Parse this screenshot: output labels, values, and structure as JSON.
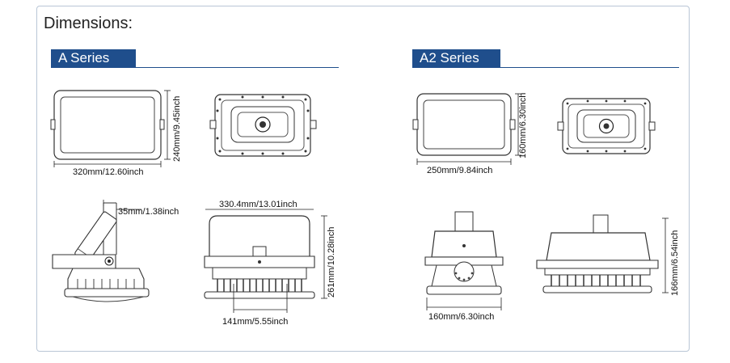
{
  "heading": "Dimensions:",
  "series": [
    {
      "name": "A Series",
      "dimensions": {
        "front_width": "320mm/12.60inch",
        "front_height": "240mm/9.45inch",
        "bracket": "35mm/1.38inch",
        "side_width": "330.4mm/13.01inch",
        "side_height": "261mm/10.28inch",
        "mount_width": "141mm/5.55inch"
      }
    },
    {
      "name": "A2 Series",
      "dimensions": {
        "front_width": "250mm/9.84inch",
        "front_height": "160mm/6.30inch",
        "side_width": "160mm/6.30inch",
        "side_height": "166mm/6.54inch"
      }
    }
  ]
}
